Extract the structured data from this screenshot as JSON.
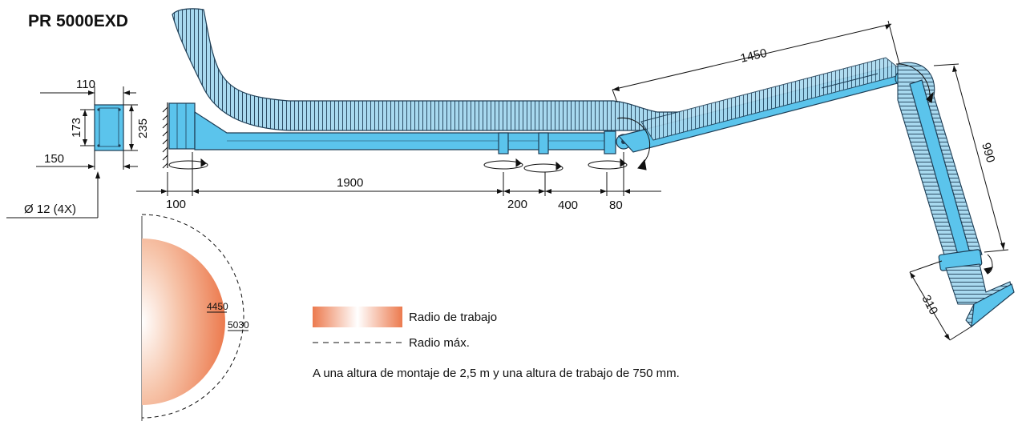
{
  "title": "PR 5000EXD",
  "dimensions": {
    "bracket_width": "110",
    "bracket_inner_height": "173",
    "bracket_height": "235",
    "bracket_base": "150",
    "hole": "Ø 12 (4X)",
    "d100": "100",
    "d1900": "1900",
    "d200": "200",
    "d400": "400",
    "d80": "80",
    "d1450": "1450",
    "d990": "990",
    "d310": "310",
    "r4450": "4450",
    "r5030": "5030"
  },
  "legend": {
    "working_radius": "Radio de trabajo",
    "max_radius": "Radio máx.",
    "note": "A una altura de montaje de 2,5 m y una altura de trabajo de 750 mm."
  },
  "colors": {
    "arm_blue": "#5bc4ec",
    "hose_blue": "#a8d9ef",
    "radius_orange": "#ec7a4e",
    "outline": "#1d3d55"
  }
}
